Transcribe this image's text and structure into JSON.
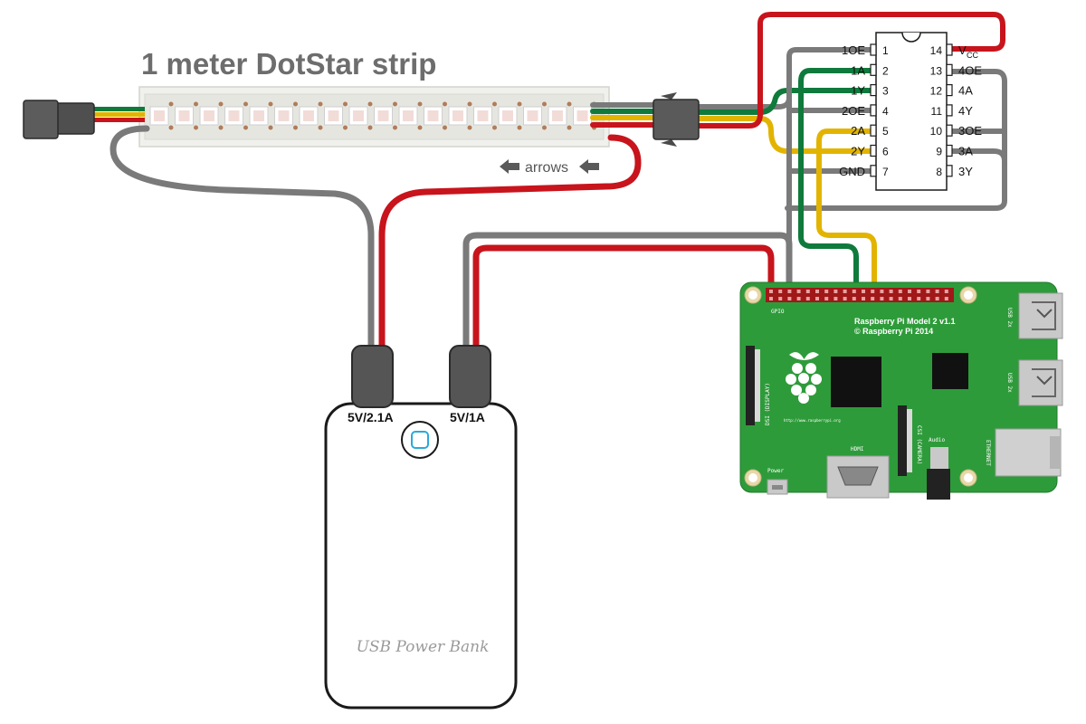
{
  "title": "1 meter DotStar strip",
  "arrows_label": "arrows",
  "power_bank": {
    "port_left_label": "5V/2.1A",
    "port_right_label": "5V/1A",
    "name": "USB Power Bank"
  },
  "chip": {
    "left_pins": [
      {
        "name": "1OE",
        "num": "1"
      },
      {
        "name": "1A",
        "num": "2"
      },
      {
        "name": "1Y",
        "num": "3"
      },
      {
        "name": "2OE",
        "num": "4"
      },
      {
        "name": "2A",
        "num": "5"
      },
      {
        "name": "2Y",
        "num": "6"
      },
      {
        "name": "GND",
        "num": "7"
      }
    ],
    "right_pins": [
      {
        "name": "V",
        "sub": "CC",
        "num": "14"
      },
      {
        "name": "4OE",
        "num": "13"
      },
      {
        "name": "4A",
        "num": "12"
      },
      {
        "name": "4Y",
        "num": "11"
      },
      {
        "name": "3OE",
        "num": "10"
      },
      {
        "name": "3A",
        "num": "9"
      },
      {
        "name": "3Y",
        "num": "8"
      }
    ]
  },
  "pi": {
    "model_line1": "Raspberry Pi Model 2 v1.1",
    "model_line2": "© Raspberry Pi 2014",
    "gpio_label": "GPIO",
    "usb_label_1": "USB 2x",
    "usb_label_2": "USB 2x",
    "ethernet_label": "ETHERNET",
    "hdmi_label": "HDMI",
    "audio_label": "Audio",
    "power_label": "Power",
    "dsi_label": "DSI (DISPLAY)",
    "csi_label": "CSI (CAMERA)",
    "url_label": "http://www.raspberrypi.org"
  },
  "colors": {
    "wire_red": "#c8141c",
    "wire_gray": "#7a7a7a",
    "wire_green": "#0f7a3c",
    "wire_yellow": "#e2b400",
    "pcb_green": "#2e9b3a",
    "strip_bg": "#f1f1ee",
    "plug": "#555555"
  }
}
